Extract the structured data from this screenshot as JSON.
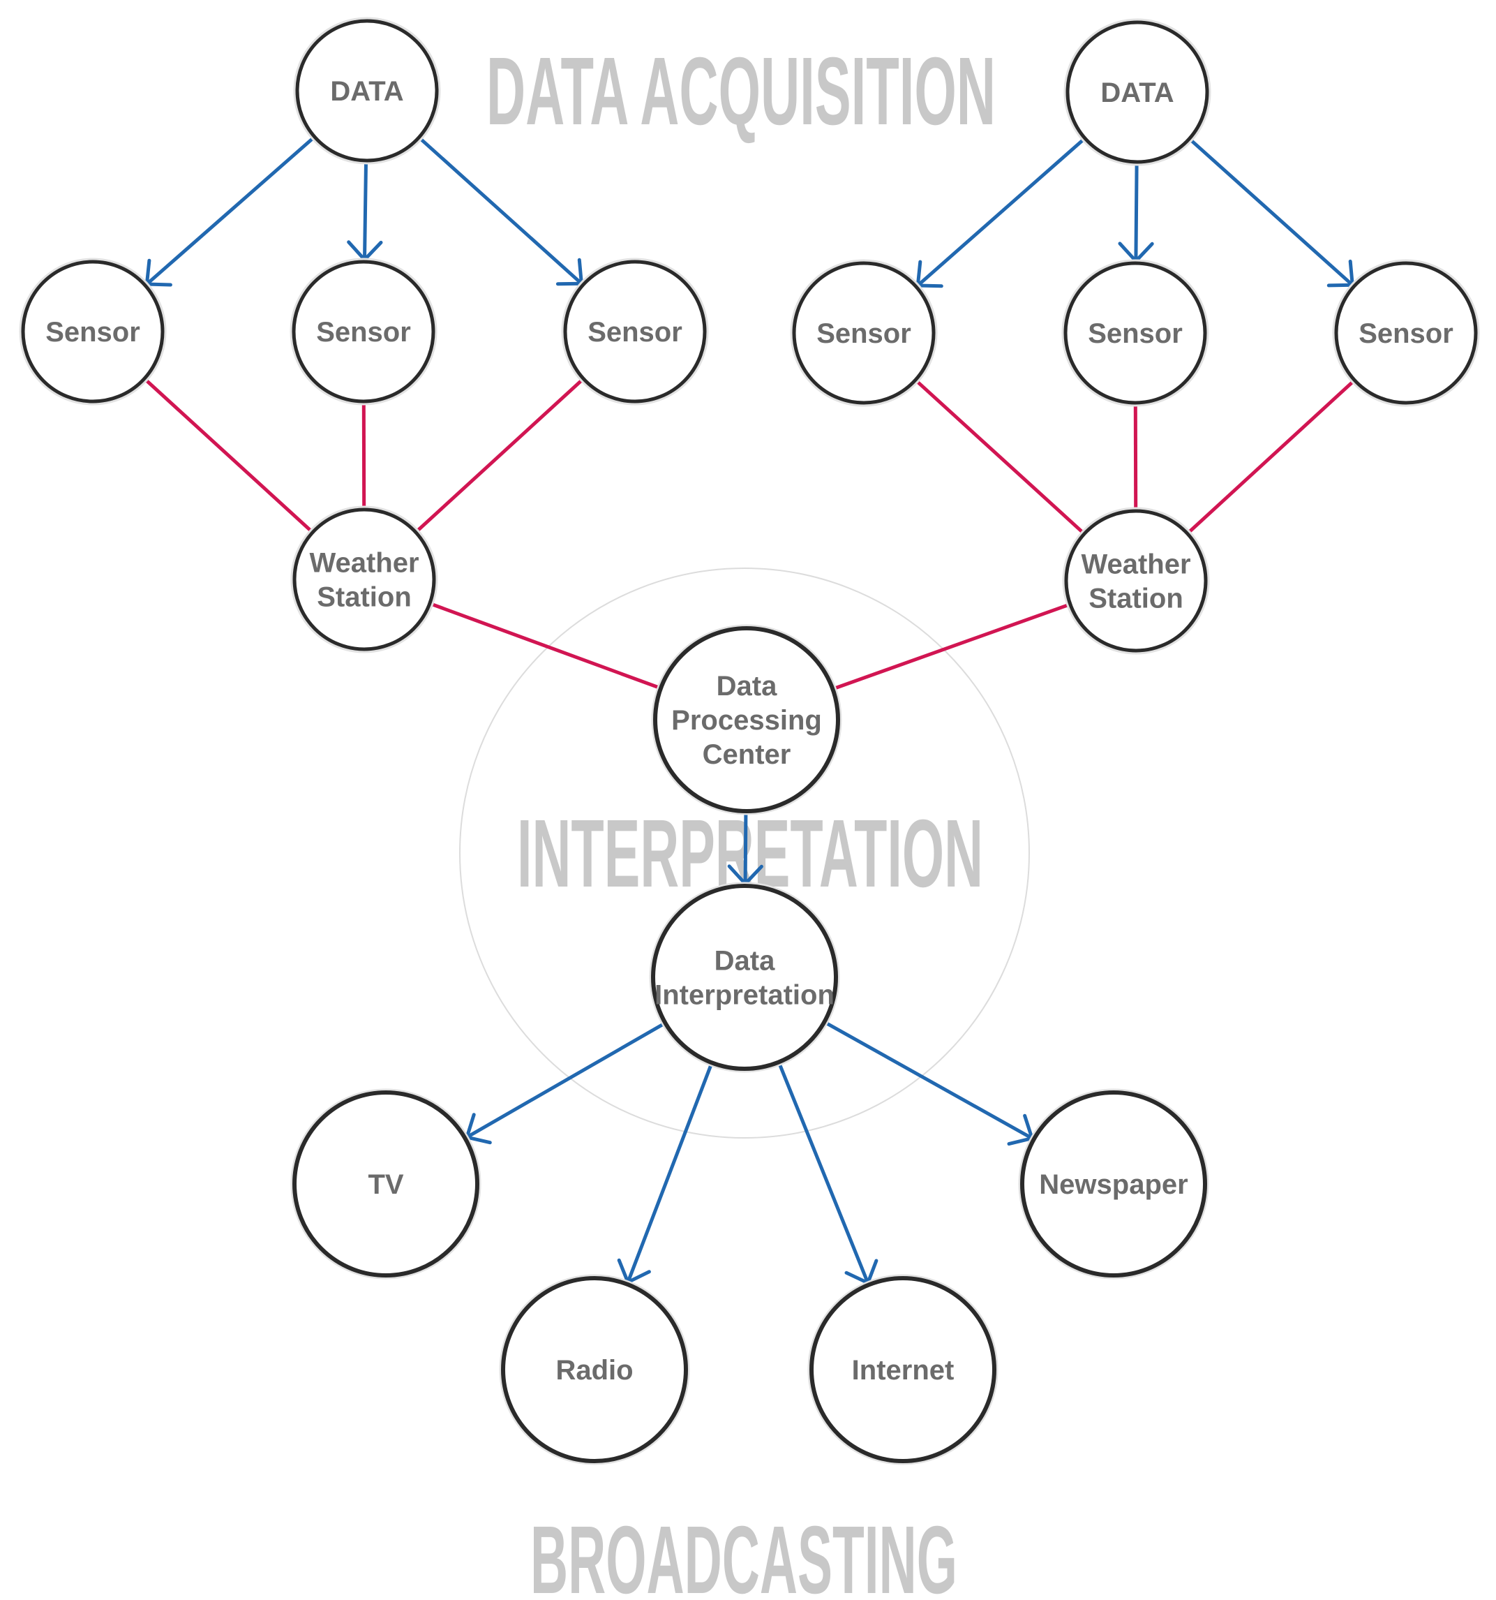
{
  "titles": {
    "acquisition": "DATA ACQUISITION",
    "interpretation": "INTERPRETATION",
    "broadcasting": "BROADCASTING"
  },
  "nodes": {
    "data_left": [
      "DATA"
    ],
    "data_right": [
      "DATA"
    ],
    "sensor_l1": [
      "Sensor"
    ],
    "sensor_l2": [
      "Sensor"
    ],
    "sensor_l3": [
      "Sensor"
    ],
    "sensor_r1": [
      "Sensor"
    ],
    "sensor_r2": [
      "Sensor"
    ],
    "sensor_r3": [
      "Sensor"
    ],
    "station_left": [
      "Weather",
      "Station"
    ],
    "station_right": [
      "Weather",
      "Station"
    ],
    "processing": [
      "Data",
      "Processing",
      "Center"
    ],
    "interpretation": [
      "Data",
      "Interpretation"
    ],
    "tv": [
      "TV"
    ],
    "radio": [
      "Radio"
    ],
    "internet": [
      "Internet"
    ],
    "newspaper": [
      "Newspaper"
    ]
  },
  "edges": [
    {
      "from": "data_left",
      "to": "sensor_l1",
      "kind": "arrow"
    },
    {
      "from": "data_left",
      "to": "sensor_l2",
      "kind": "arrow"
    },
    {
      "from": "data_left",
      "to": "sensor_l3",
      "kind": "arrow"
    },
    {
      "from": "data_right",
      "to": "sensor_r1",
      "kind": "arrow"
    },
    {
      "from": "data_right",
      "to": "sensor_r2",
      "kind": "arrow"
    },
    {
      "from": "data_right",
      "to": "sensor_r3",
      "kind": "arrow"
    },
    {
      "from": "sensor_l1",
      "to": "station_left",
      "kind": "link"
    },
    {
      "from": "sensor_l2",
      "to": "station_left",
      "kind": "link"
    },
    {
      "from": "sensor_l3",
      "to": "station_left",
      "kind": "link"
    },
    {
      "from": "sensor_r1",
      "to": "station_right",
      "kind": "link"
    },
    {
      "from": "sensor_r2",
      "to": "station_right",
      "kind": "link"
    },
    {
      "from": "sensor_r3",
      "to": "station_right",
      "kind": "link"
    },
    {
      "from": "station_left",
      "to": "processing",
      "kind": "link"
    },
    {
      "from": "station_right",
      "to": "processing",
      "kind": "link"
    },
    {
      "from": "processing",
      "to": "interpretation",
      "kind": "arrow"
    },
    {
      "from": "interpretation",
      "to": "tv",
      "kind": "arrow"
    },
    {
      "from": "interpretation",
      "to": "radio",
      "kind": "arrow"
    },
    {
      "from": "interpretation",
      "to": "internet",
      "kind": "arrow"
    },
    {
      "from": "interpretation",
      "to": "newspaper",
      "kind": "arrow"
    }
  ],
  "colors": {
    "arrow": "#2168b0",
    "link": "#d11552",
    "node_stroke": "#2a2a2a",
    "node_text": "#6b6b6b",
    "title_text": "#c8c8c8"
  }
}
